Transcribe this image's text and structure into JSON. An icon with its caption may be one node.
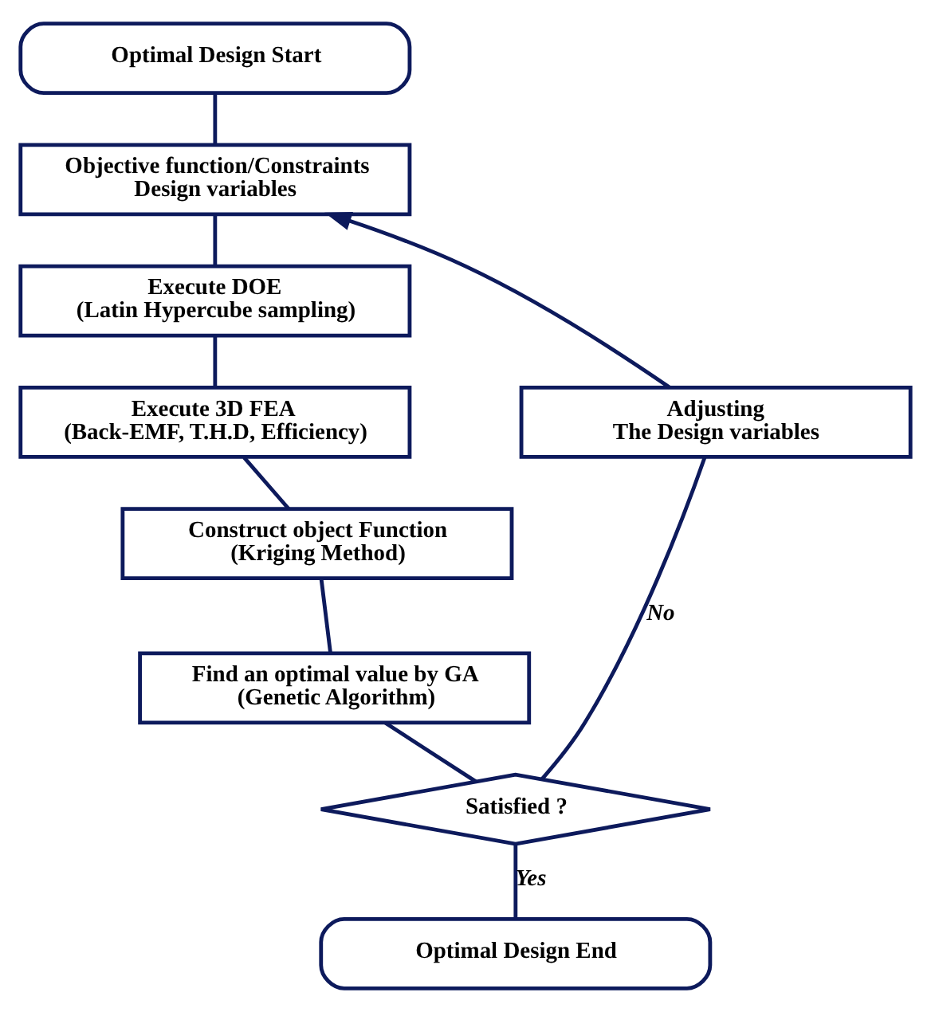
{
  "diagram": {
    "nodes": [
      {
        "text": [
          "Optimal Design Start"
        ]
      },
      {
        "text": [
          "Objective function/Constraints",
          "Design variables"
        ]
      },
      {
        "text": [
          "Execute DOE",
          "(Latin Hypercube sampling)"
        ]
      },
      {
        "text": [
          "Execute 3D FEA",
          "(Back-EMF, T.H.D, Efficiency)"
        ]
      },
      {
        "text": [
          "Construct object Function",
          "(Kriging Method)"
        ]
      },
      {
        "text": [
          "Find an optimal value by GA",
          "(Genetic Algorithm)"
        ]
      },
      {
        "text": [
          "Satisfied ?"
        ]
      },
      {
        "text": [
          "Optimal Design End"
        ]
      },
      {
        "text": [
          "Adjusting",
          "The Design variables"
        ]
      }
    ],
    "edges": [
      {
        "from": 0,
        "to": 1,
        "arrow": "none"
      },
      {
        "from": 1,
        "to": 2,
        "arrow": "none"
      },
      {
        "from": 2,
        "to": 3,
        "arrow": "none"
      },
      {
        "from": 3,
        "to": 4,
        "arrow": "none"
      },
      {
        "from": 4,
        "to": 5,
        "arrow": "none"
      },
      {
        "from": 5,
        "to": 6,
        "arrow": "none"
      },
      {
        "from": 6,
        "to": 7,
        "label": "Yes",
        "arrow": "none"
      },
      {
        "from": 6,
        "to": 8,
        "label": "No",
        "arrow": "none"
      },
      {
        "from": 8,
        "to": 1,
        "arrow": "to"
      }
    ]
  }
}
